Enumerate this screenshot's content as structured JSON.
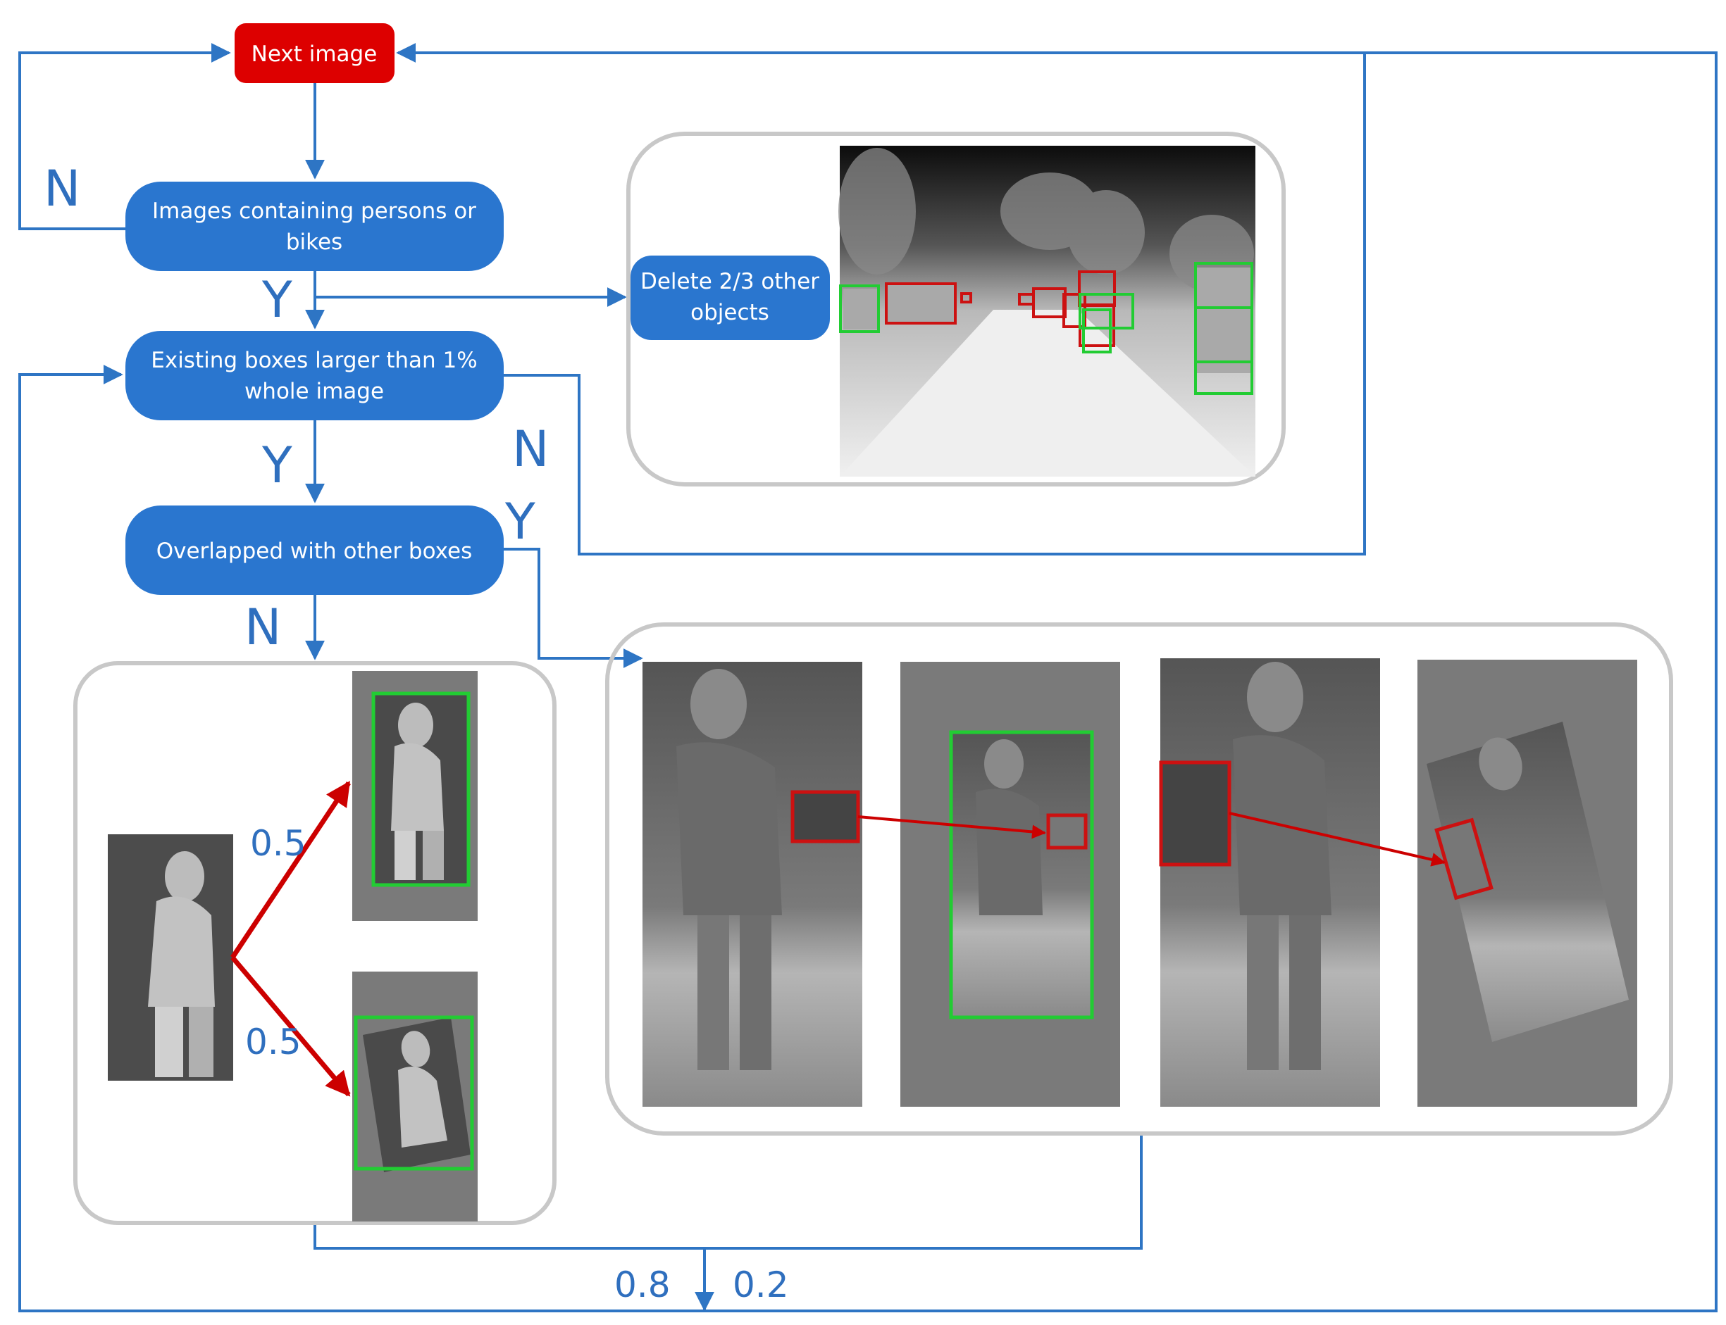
{
  "colors": {
    "flow": "#2e75c4",
    "node_blue": "#2a76cf",
    "node_red": "#dd0000",
    "panel_border": "#c8c8c8",
    "box_green": "#22cc33",
    "box_red": "#cc1111",
    "arrow_red": "#cc0000"
  },
  "nodes": {
    "next_image": "Next image",
    "contains_persons_line1": "Images containing persons or",
    "contains_persons_line2": "bikes",
    "delete_objects_line1": "Delete 2/3 other",
    "delete_objects_line2": "objects",
    "boxes_larger_line1": "Existing boxes larger than 1%",
    "boxes_larger_line2": "whole image",
    "overlapped": "Overlapped with other boxes"
  },
  "edge_labels": {
    "persons_no": "N",
    "persons_yes": "Y",
    "larger_yes": "Y",
    "larger_no": "N",
    "overlap_yes": "Y",
    "overlap_no": "N"
  },
  "probabilities": {
    "flip_branch": "0.5",
    "rotate_branch": "0.5",
    "left_merge": "0.8",
    "right_merge": "0.2"
  },
  "icons": {
    "panels": [
      "thermal-road-scene",
      "person-crop",
      "person-flipped",
      "person-rotated",
      "pedestrian-original",
      "pedestrian-pasted",
      "pedestrian-rotated"
    ]
  }
}
